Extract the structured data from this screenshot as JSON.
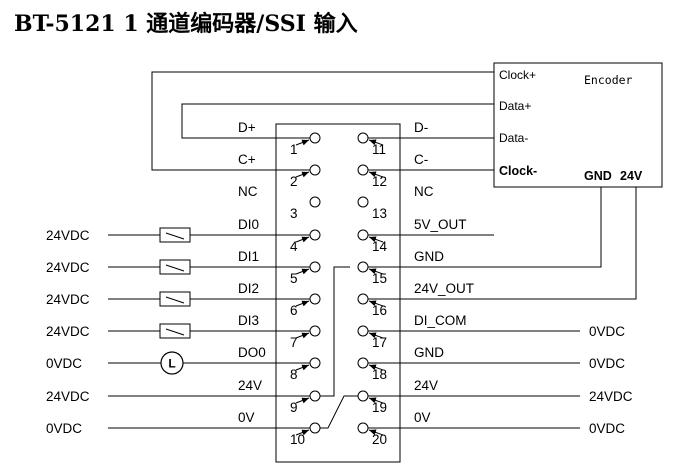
{
  "title": "BT-5121 1 通道编码器/SSI 输入",
  "encoder": {
    "name": "Encoder",
    "pins": [
      "Clock+",
      "Data+",
      "Data-",
      "Clock-"
    ],
    "power": [
      "GND",
      "24V"
    ]
  },
  "terminal": {
    "left_pins": [
      "1",
      "2",
      "3",
      "4",
      "5",
      "6",
      "7",
      "8",
      "9",
      "10"
    ],
    "right_pins": [
      "11",
      "12",
      "13",
      "14",
      "15",
      "16",
      "17",
      "18",
      "19",
      "20"
    ],
    "left_labels": [
      "D+",
      "C+",
      "NC",
      "DI0",
      "DI1",
      "DI2",
      "DI3",
      "DO0",
      "24V",
      "0V"
    ],
    "right_labels": [
      "D-",
      "C-",
      "NC",
      "5V_OUT",
      "GND",
      "24V_OUT",
      "DI_COM",
      "GND",
      "24V",
      "0V"
    ]
  },
  "left_supplies": [
    "24VDC",
    "24VDC",
    "24VDC",
    "24VDC",
    "0VDC",
    "24VDC",
    "0VDC"
  ],
  "right_supplies": [
    "0VDC",
    "0VDC",
    "24VDC",
    "0VDC"
  ],
  "lamp_symbol": "L"
}
